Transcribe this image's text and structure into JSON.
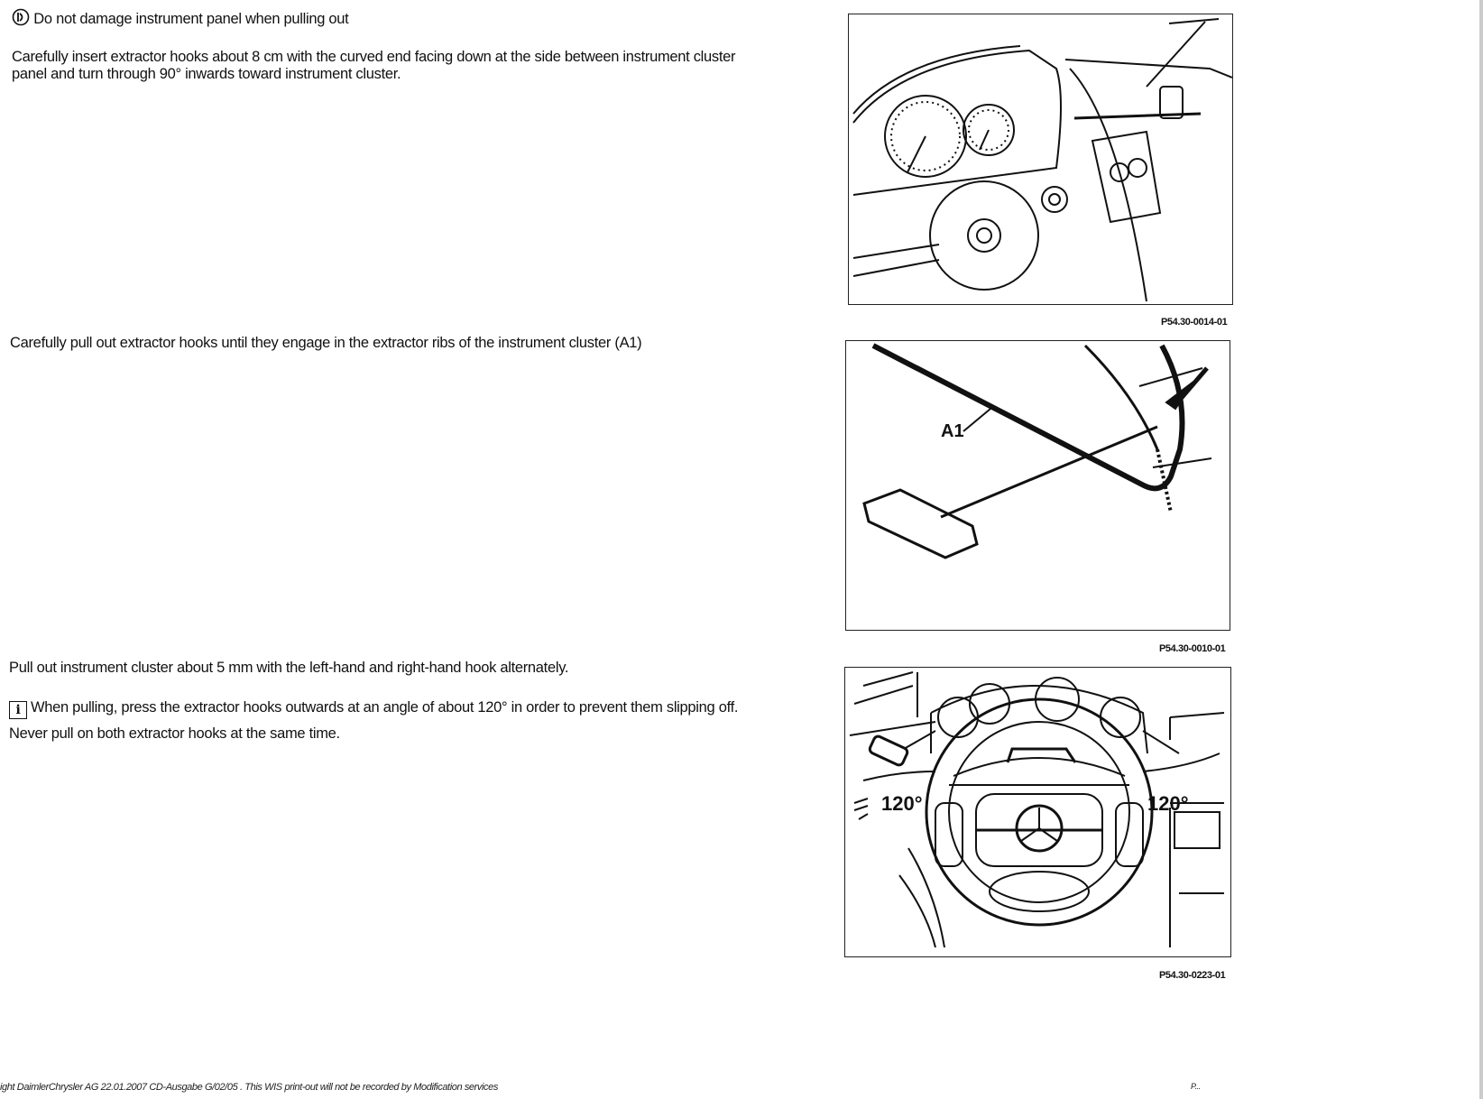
{
  "steps": [
    {
      "note_icon": "caution-icon",
      "note": "Do not damage instrument panel when pulling out",
      "text_lines": [
        "Carefully insert extractor hooks about 8 cm with the curved end facing down at the side between instrument cluster",
        "panel and turn through 90° inwards toward instrument cluster."
      ],
      "figure_caption": "P54.30-0014-01"
    },
    {
      "text_lines": [
        "Carefully pull out extractor hooks until they engage in the extractor ribs of the instrument cluster (A1)"
      ],
      "figure_label": "A1",
      "figure_caption": "P54.30-0010-01"
    },
    {
      "text_lines": [
        "Pull out instrument cluster about 5 mm with the left-hand and right-hand hook alternately."
      ],
      "info_icon": "info-icon",
      "info_glyph": "i",
      "info_lines": [
        "When pulling, press the extractor hooks outwards at an angle of about 120° in order to prevent them slipping off.",
        "Never pull on both extractor hooks at the same time."
      ],
      "figure_angle_left": "120°",
      "figure_angle_right": "120°",
      "figure_caption": "P54.30-0223-01"
    }
  ],
  "footer": {
    "text": "ight DaimlerChrysler AG  22.01.2007 CD-Ausgabe G/02/05 . This WIS print-out will not be recorded by Modification services",
    "page": "P..."
  }
}
